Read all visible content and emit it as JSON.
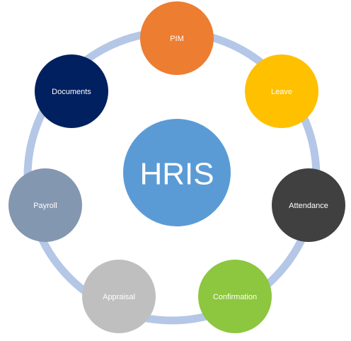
{
  "center": {
    "label": "HRIS",
    "color": "#5b9bd5"
  },
  "ring_color": "#b4c7e7",
  "nodes": [
    {
      "id": "pim",
      "label": "PIM",
      "color": "#ed7d31"
    },
    {
      "id": "leave",
      "label": "Leave",
      "color": "#ffc000"
    },
    {
      "id": "attendance",
      "label": "Attendance",
      "color": "#404040"
    },
    {
      "id": "confirmation",
      "label": "Confirmation",
      "color": "#8dc63f"
    },
    {
      "id": "appraisal",
      "label": "Appraisal",
      "color": "#bfbfbf"
    },
    {
      "id": "payroll",
      "label": "Payroll",
      "color": "#8497b0"
    },
    {
      "id": "documents",
      "label": "Documents",
      "color": "#002060"
    }
  ]
}
